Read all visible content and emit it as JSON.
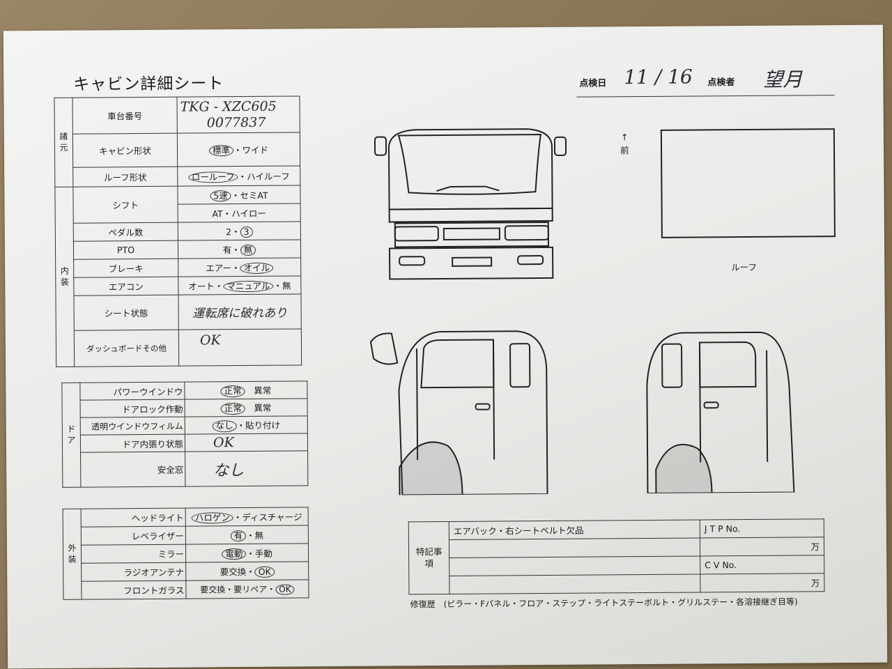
{
  "title": "キャビン詳細シート",
  "header": {
    "date_label": "点検日",
    "date_value": "11 / 16",
    "inspector_label": "点検者",
    "inspector_value": "望月"
  },
  "spec": {
    "section": "諸元",
    "rows": [
      {
        "label": "車台番号",
        "value_line1": "TKG - XZC605",
        "value_line2": "0077837"
      },
      {
        "label": "キャビン形状",
        "opt1": "標準",
        "sep": "・",
        "opt2": "ワイド"
      },
      {
        "label": "ルーフ形状",
        "opt1": "ロールーフ",
        "sep": "・",
        "opt2": "ハイルーフ"
      }
    ]
  },
  "interior": {
    "section": "内装",
    "shift_label": "シフト",
    "shift_line1_opt1": "5速",
    "shift_line1_sep": "・",
    "shift_line1_opt2": "セミAT",
    "shift_line2": "AT・ハイロー",
    "pedal_label": "ペダル数",
    "pedal_opt1": "2",
    "pedal_sep": "・",
    "pedal_opt2": "3",
    "pto_label": "PTO",
    "pto_opt1": "有",
    "pto_sep": "・",
    "pto_opt2": "無",
    "brake_label": "ブレーキ",
    "brake_opt1": "エアー",
    "brake_sep": "・",
    "brake_opt2": "オイル",
    "ac_label": "エアコン",
    "ac_opt1": "オート",
    "ac_sep": "・",
    "ac_opt2": "マニュアル",
    "ac_sep2": "・",
    "ac_opt3": "無",
    "seat_label": "シート状態",
    "seat_value": "運転席に破れあり",
    "dash_label": "ダッシュボードその他",
    "dash_value": "OK"
  },
  "door": {
    "section": "ドア",
    "pw_label": "パワーウインドウ",
    "pw_opt1": "正常",
    "pw_opt2": "異常",
    "lock_label": "ドアロック作動",
    "lock_opt1": "正常",
    "lock_opt2": "異常",
    "film_label": "透明ウインドウフィルム",
    "film_opt1": "なし",
    "film_sep": "・",
    "film_opt2": "貼り付け",
    "trim_label": "ドア内張り状態",
    "trim_value": "OK",
    "safety_label": "安全窓",
    "safety_value": "なし"
  },
  "exterior": {
    "section": "外装",
    "head_label": "ヘッドライト",
    "head_opt1": "ハロゲン",
    "head_sep": "・",
    "head_opt2": "ディスチャージ",
    "lev_label": "レベライザー",
    "lev_opt1": "有",
    "lev_sep": "・",
    "lev_opt2": "無",
    "mirror_label": "ミラー",
    "mirror_opt1": "電動",
    "mirror_sep": "・",
    "mirror_opt2": "手動",
    "radio_label": "ラジオアンテナ",
    "radio_opt1": "要交換",
    "radio_sep": "・",
    "radio_opt2": "OK",
    "glass_label": "フロントガラス",
    "glass_opt1": "要交換",
    "glass_sep": "・",
    "glass_opt2": "要リペア",
    "glass_sep2": "・",
    "glass_opt3": "OK"
  },
  "notes": {
    "section": "特記事項",
    "note1": "エアバック・右シートベルト欠品",
    "jtp_label": "J T P No.",
    "cv_label": "C V No.",
    "man": "万"
  },
  "repair_history": "修復歴　(ピラー・Fパネル・フロア・ステップ・ライトステーボルト・グリルステー・各溶接継ぎ目等)",
  "diagram": {
    "front_arrow": "↑",
    "front_label": "前",
    "roof_label": "ルーフ"
  }
}
